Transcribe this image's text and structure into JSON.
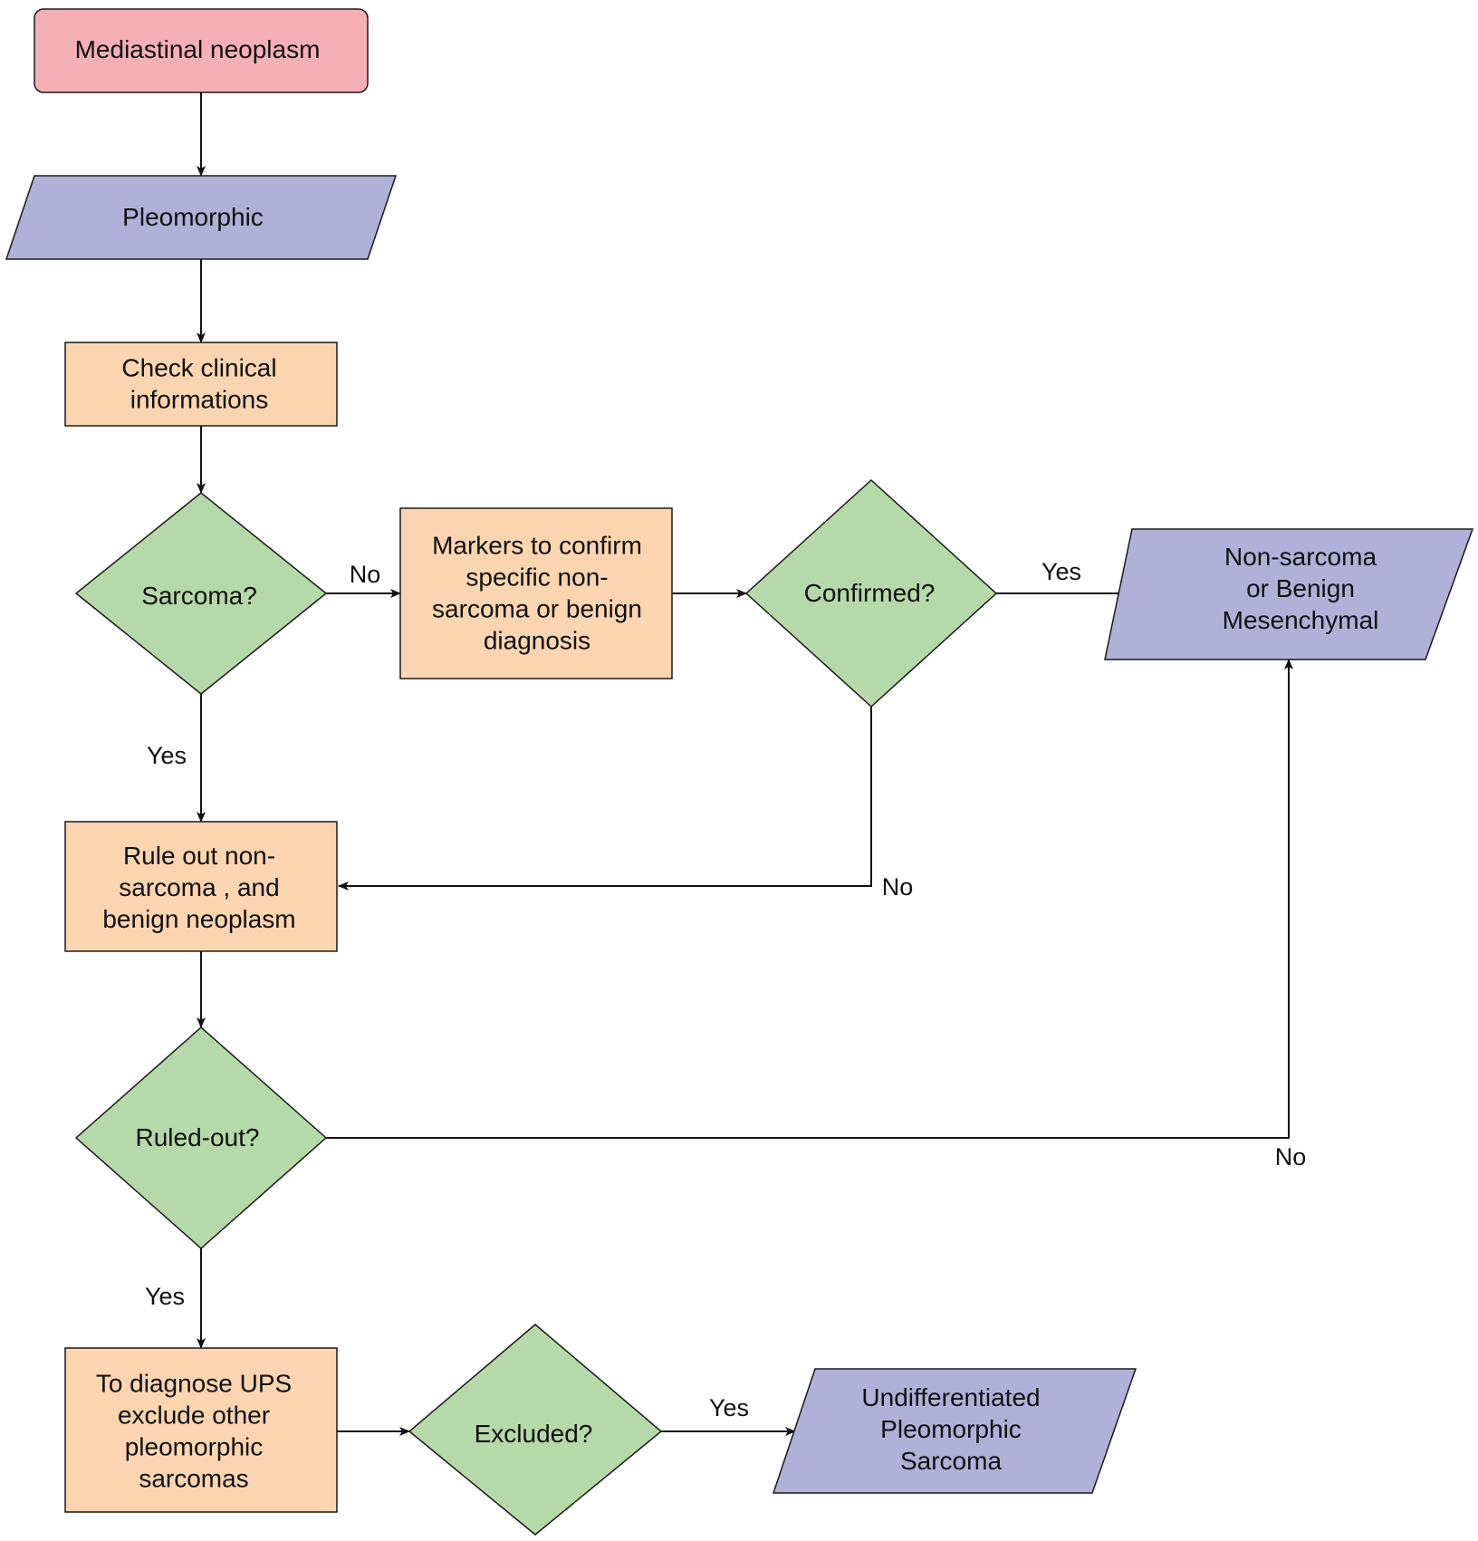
{
  "colors": {
    "start": "#f5b0b5",
    "io": "#b0b0d8",
    "process": "#fbd5b0",
    "decision": "#b5d9a8",
    "stroke": "#1a1a1a",
    "edge": "#111111"
  },
  "nodes": {
    "start": {
      "lines": [
        "Mediastinal neoplasm"
      ]
    },
    "pleomorphic": {
      "lines": [
        "Pleomorphic"
      ]
    },
    "check_clinical": {
      "lines": [
        "Check clinical",
        "informations"
      ]
    },
    "sarcoma_q": {
      "lines": [
        "Sarcoma?"
      ]
    },
    "markers": {
      "lines": [
        "Markers to confirm",
        "specific non-",
        "sarcoma or benign",
        "diagnosis"
      ]
    },
    "confirmed_q": {
      "lines": [
        "Confirmed?"
      ]
    },
    "non_sarcoma": {
      "lines": [
        "Non-sarcoma",
        "or Benign",
        "Mesenchymal"
      ]
    },
    "rule_out": {
      "lines": [
        "Rule out non-",
        "sarcoma , and",
        "benign neoplasm"
      ]
    },
    "ruled_out_q": {
      "lines": [
        "Ruled-out?"
      ]
    },
    "diagnose_ups": {
      "lines": [
        "To diagnose UPS",
        "exclude other",
        "pleomorphic",
        "sarcomas"
      ]
    },
    "excluded_q": {
      "lines": [
        "Excluded?"
      ]
    },
    "ups": {
      "lines": [
        "Undifferentiated",
        "Pleomorphic",
        "Sarcoma"
      ]
    }
  },
  "edges": {
    "sarcoma_no": "No",
    "sarcoma_yes": "Yes",
    "confirmed_yes": "Yes",
    "confirmed_no": "No",
    "ruled_out_no": "No",
    "ruled_out_yes": "Yes",
    "excluded_yes": "Yes"
  }
}
